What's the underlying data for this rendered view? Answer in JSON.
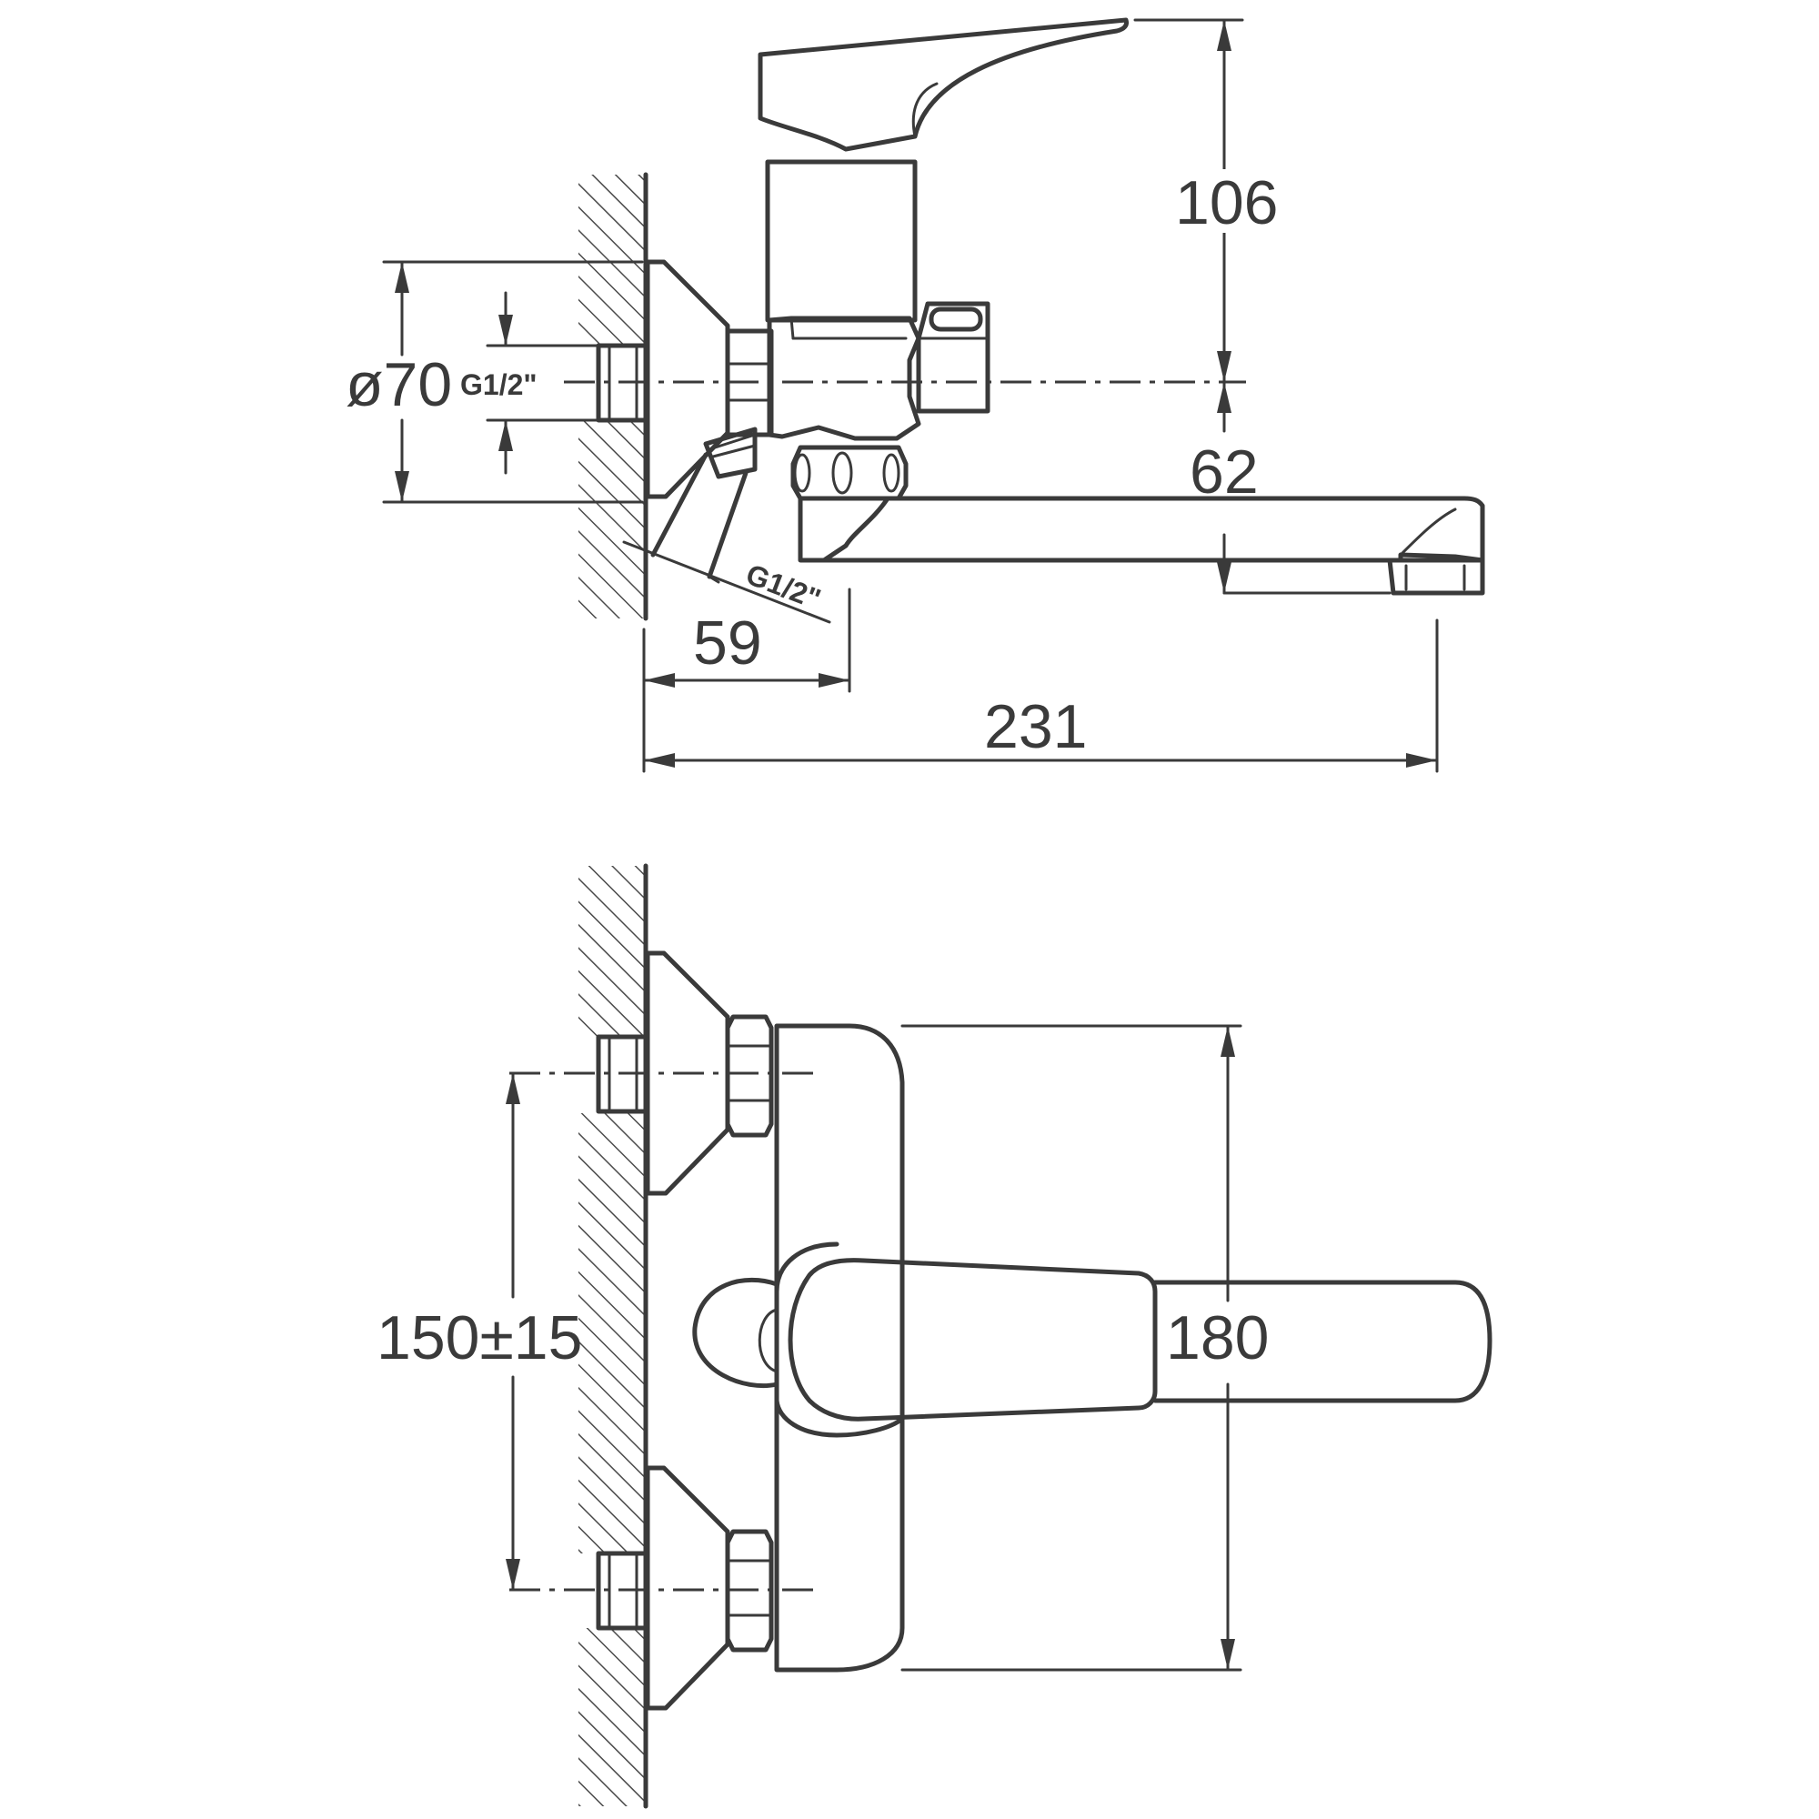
{
  "side_view": {
    "dimensions": {
      "handle_height": "106",
      "spout_height": "62",
      "flange_diameter": "ø70",
      "inlet_thread": "G1/2\"",
      "outlet_thread": "G1/2\"",
      "inlet_offset": "59",
      "total_length": "231"
    }
  },
  "front_view": {
    "dimensions": {
      "inlet_spacing": "150±15",
      "body_height": "180"
    }
  }
}
